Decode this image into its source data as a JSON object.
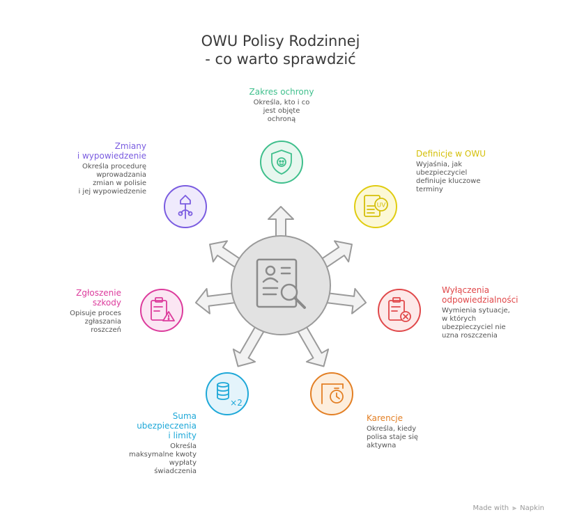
{
  "title_line1": "OWU Polisy Rodzinnej",
  "title_line2": "- co warto sprawdzić",
  "colors": {
    "green": "#3fbf8c",
    "yellow": "#e0cc10",
    "red": "#e0484a",
    "orange": "#e37f24",
    "blue": "#1ea8d8",
    "pink": "#dc3b9c",
    "purple": "#7a5ce0",
    "center_fill": "#e2e2e2",
    "center_stroke": "#9a9a9a"
  },
  "items": {
    "zakres": {
      "title": "Zakres ochrony",
      "desc": "Określa, kto i co\njest objęte\nochroną",
      "icon": "shield-icon"
    },
    "definicje": {
      "title": "Definicje w OWU",
      "desc": "Wyjaśnia, jak\nubezpieczyciel\ndefiniuje kluczowe\nterminy",
      "icon": "document-uv-icon"
    },
    "wylaczenia": {
      "title": "Wyłączenia\nodpowiedzialności",
      "desc": "Wymienia sytuacje,\nw których\nubezpieczyciel nie\nuzna roszczenia",
      "icon": "clipboard-cancel-icon"
    },
    "karencje": {
      "title": "Karencje",
      "desc": "Określa, kiedy\npolisa staje się\naktywna",
      "icon": "stopwatch-icon"
    },
    "suma": {
      "title": "Suma\nubezpieczenia\ni limity",
      "desc": "Określa\nmaksymalne kwoty\nwypłaty\nświadczenia",
      "icon": "coins-x2-icon"
    },
    "zgloszenie": {
      "title": "Zgłoszenie\nszkody",
      "desc": "Opisuje proces\nzgłaszania\nroszczeń",
      "icon": "clipboard-alert-icon"
    },
    "zmiany": {
      "title": "Zmiany\ni wypowiedzenie",
      "desc": "Określa procedurę\nwprowadzania\nzmian w polisie\ni jej wypowiedzenie",
      "icon": "house-branch-icon"
    }
  },
  "footer": {
    "made_with": "Made with",
    "brand": "Napkin"
  }
}
